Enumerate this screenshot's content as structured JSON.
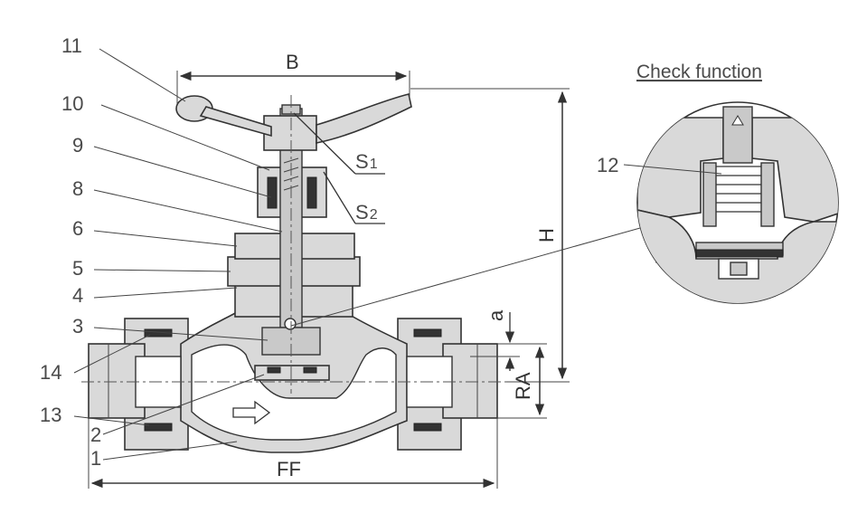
{
  "callouts": {
    "n11": "11",
    "n10": "10",
    "n9": "9",
    "n8": "8",
    "n6": "6",
    "n5": "5",
    "n4": "4",
    "n3": "3",
    "n14": "14",
    "n13": "13",
    "n2": "2",
    "n1": "1",
    "n12": "12"
  },
  "dimensions": {
    "b": "B",
    "h": "H",
    "ff": "FF",
    "ra": "RA",
    "a": "a",
    "s1_main": "S",
    "s1_sub": "1",
    "s2_main": "S",
    "s2_sub": "2"
  },
  "detail": {
    "title": "Check function"
  },
  "colors": {
    "line": "#333333",
    "fill": "#d9d9d9",
    "text": "#4a4a4a"
  }
}
